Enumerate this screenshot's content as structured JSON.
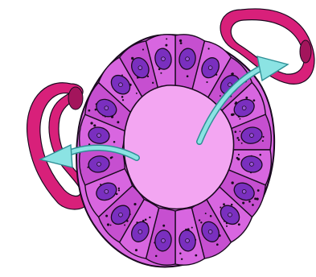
{
  "colors": {
    "background": "#ffffff",
    "outline": "#1a0a1f",
    "cytoplasm": "#d866e0",
    "cytoplasm_dark": "#c64fd0",
    "lumen": "#f3a6f2",
    "nucleus": "#7a2fbf",
    "nucleus_light": "#9a55d8",
    "vessel": "#d8207a",
    "vessel_dark": "#a3155c",
    "arrow": "#8be3e3",
    "arrow_outline": "#2e8f95"
  },
  "icons": {
    "cell": "epithelial-cell",
    "vessel": "blood-capillary",
    "arrow": "secretion-arrow"
  },
  "diagram": {
    "cell_count": 20,
    "arrow_count": 2,
    "vessel_count": 2
  }
}
